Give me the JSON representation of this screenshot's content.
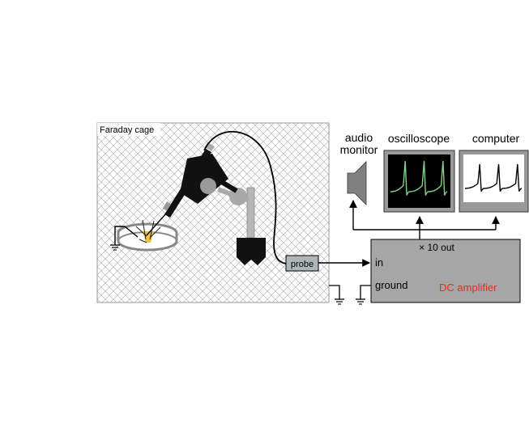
{
  "faraday_cage": {
    "label": "Faraday cage"
  },
  "probe": {
    "label": "probe"
  },
  "audio_monitor": {
    "label_line1": "audio",
    "label_line2": "monitor"
  },
  "oscilloscope": {
    "label": "oscilloscope",
    "trace_color": "#7fd08a"
  },
  "computer": {
    "label": "computer",
    "trace_color": "#000000"
  },
  "amplifier": {
    "output_label": "× 10 out",
    "input_label": "in",
    "ground_label": "ground",
    "name_label": "DC amplifier",
    "name_color": "#e03020"
  },
  "colors": {
    "cage_mesh": "#9a9a9a",
    "amplifier_body": "#a6a6a6",
    "speaker": "#808080",
    "probe_box": "#aeb6b6"
  }
}
